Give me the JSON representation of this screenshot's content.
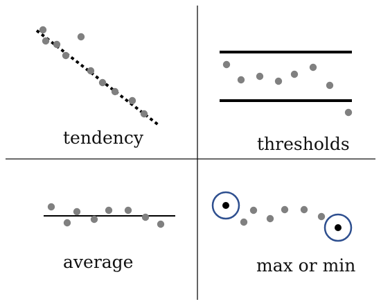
{
  "colors": {
    "background": "#ffffff",
    "divider": "#111111",
    "dot": "#808080",
    "line": "#000000",
    "highlight_ring": "#2e4f8f",
    "highlight_dot": "#000000"
  },
  "panels": {
    "tendency": {
      "label": "tendency"
    },
    "thresholds": {
      "label": "thresholds"
    },
    "average": {
      "label": "average"
    },
    "max_or_min": {
      "label": "max or min"
    }
  }
}
